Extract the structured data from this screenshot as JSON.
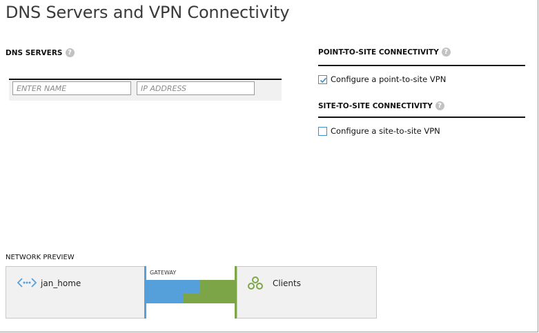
{
  "page": {
    "title": "DNS Servers and VPN Connectivity"
  },
  "dns": {
    "heading": "DNS SERVERS",
    "help": "?",
    "name_placeholder": "ENTER NAME",
    "ip_placeholder": "IP ADDRESS"
  },
  "p2s": {
    "heading": "POINT-TO-SITE CONNECTIVITY",
    "help": "?",
    "checkbox_label": "Configure a point-to-site VPN",
    "checked": true
  },
  "s2s": {
    "heading": "SITE-TO-SITE CONNECTIVITY",
    "help": "?",
    "checkbox_label": "Configure a site-to-site VPN",
    "checked": false
  },
  "preview": {
    "heading": "NETWORK PREVIEW",
    "left_card": {
      "name": "jan_home",
      "icon": "network-arrows-icon"
    },
    "gateway_label": "GATEWAY",
    "right_card": {
      "name": "Clients",
      "icon": "clients-icon"
    }
  },
  "colors": {
    "accent_blue": "#55a0da",
    "accent_green": "#7ca547",
    "checkbox_border": "#3f8fc8"
  }
}
